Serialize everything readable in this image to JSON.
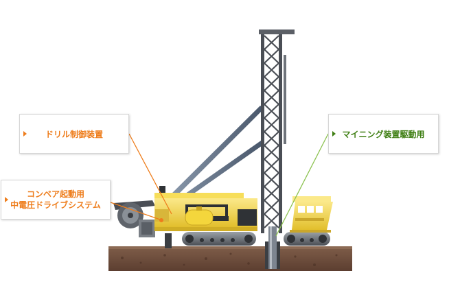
{
  "callouts": {
    "drill": {
      "label": "ドリル制御装置"
    },
    "conveyor": {
      "line1": "コンベア起動用",
      "line2": "中電圧ドライブシステム"
    },
    "mining": {
      "label": "マイニング装置駆動用"
    }
  },
  "colors": {
    "orange": "#ee7d1c",
    "green": "#3f7f14",
    "machine_yellow": "#f2d648",
    "tower_gray": "#5b5f66",
    "ground": "#6b4a3a"
  },
  "icons": [
    "triangle-bullet-icon"
  ]
}
